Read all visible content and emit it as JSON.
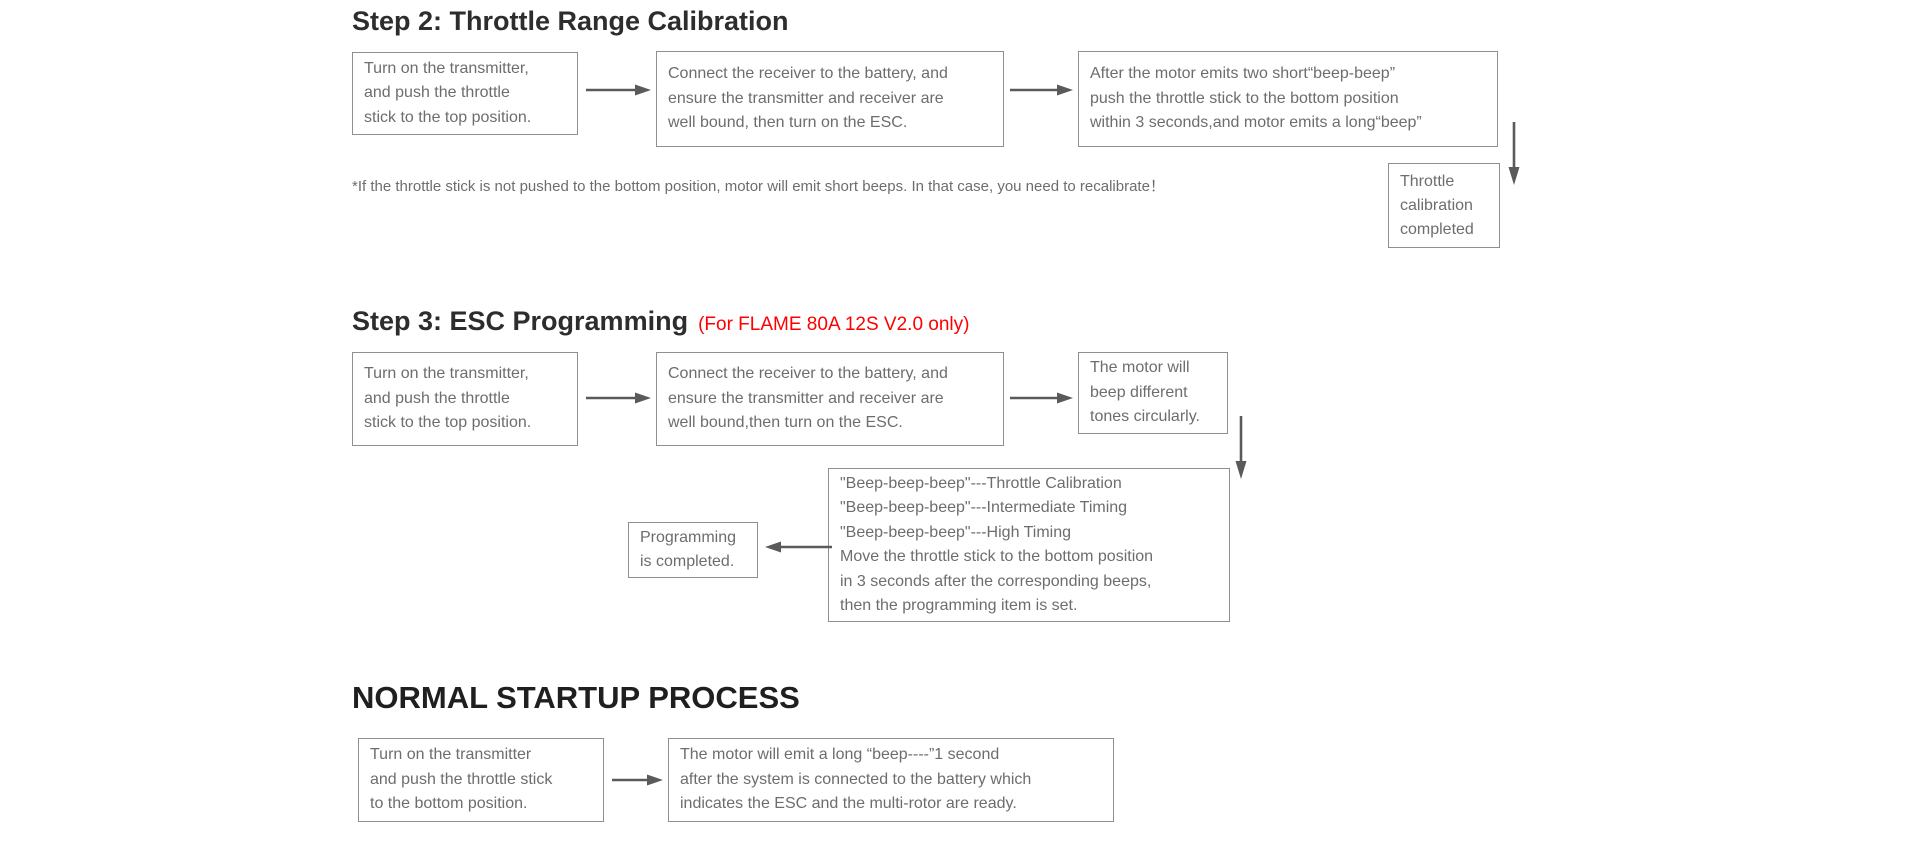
{
  "colors": {
    "background": "#ffffff",
    "box_border": "#8f8f8f",
    "box_text": "#6d6d6d",
    "heading_text": "#2d2d2d",
    "red_accent": "#ff0000",
    "arrow_gray": "#5a5a5a"
  },
  "icons": {
    "arrow_right": "→",
    "arrow_down": "↓",
    "arrow_left": "←"
  },
  "step2": {
    "title": "Step 2: Throttle Range Calibration",
    "box1": "Turn on the transmitter,\nand push the throttle\nstick to the top position.",
    "box2": "Connect the receiver to the battery, and\nensure the transmitter and receiver are\nwell bound, then turn on the ESC.",
    "box3": "After the motor emits two short“beep-beep”\npush the throttle stick to the bottom position\nwithin 3 seconds,and motor emits a long“beep”",
    "note": "*If the throttle stick is not pushed to the bottom position, motor will emit short beeps. In that case, you need to recalibrate！",
    "result": "Throttle\ncalibration\ncompleted"
  },
  "step3": {
    "title": "Step 3: ESC Programming",
    "title_note": "(For FLAME 80A 12S V2.0 only)",
    "box1": "Turn on the transmitter,\nand push the throttle\nstick to the top position.",
    "box2": "Connect the receiver to the battery, and\nensure the transmitter and receiver are\nwell bound,then turn on the ESC.",
    "box3": "The motor will\nbeep different\ntones circularly.",
    "beep_codes": "\"Beep-beep-beep\"---Throttle Calibration\n\"Beep-beep-beep\"---Intermediate Timing\n\"Beep-beep-beep\"---High Timing\nMove the throttle stick to the bottom position\nin 3 seconds after the corresponding beeps,\nthen the programming item is set.",
    "result": "Programming\nis completed."
  },
  "normal": {
    "title": "NORMAL STARTUP PROCESS",
    "box1": "Turn on the transmitter\nand push the throttle stick\nto the bottom position.",
    "box2": "The motor will emit a long “beep----”1 second\nafter the system is connected to the battery which\nindicates the ESC and the multi-rotor are ready."
  }
}
